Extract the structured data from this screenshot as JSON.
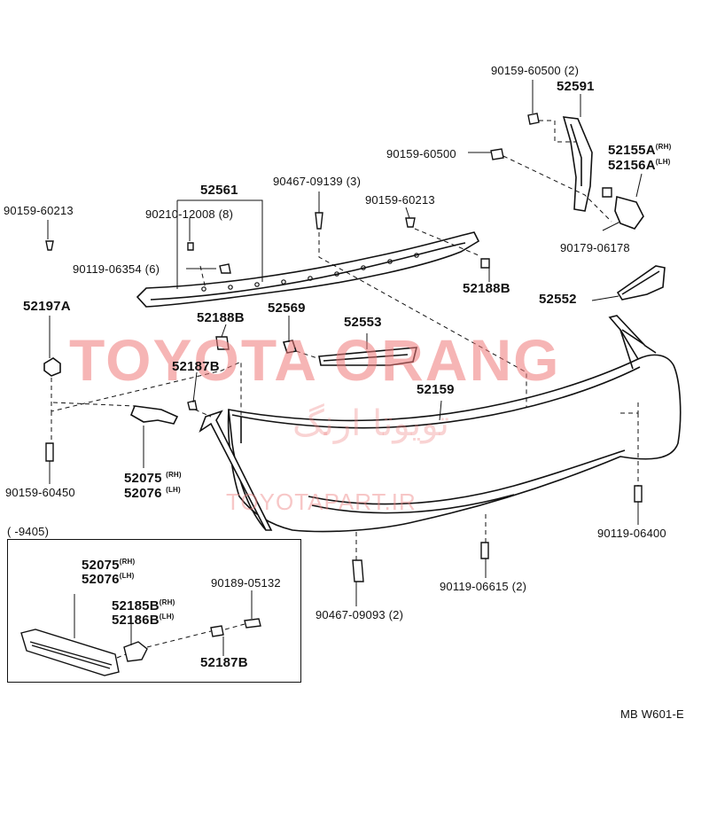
{
  "watermark": {
    "brand": "TOYOTA ORANG",
    "site": "TOYOTAPART.IR",
    "persian": "تویوتا ارنگ"
  },
  "labels": {
    "p90159_60500_2": "90159-60500 (2)",
    "p52591": "52591",
    "p90159_60500": "90159-60500",
    "p52155a": "52155A",
    "p52155a_sfx": "(RH)",
    "p52156a": "52156A",
    "p52156a_sfx": "(LH)",
    "p90179_06178": "90179-06178",
    "p52561": "52561",
    "p90467_09139_3": "90467-09139 (3)",
    "p90159_60213_center": "90159-60213",
    "p90159_60213_left": "90159-60213",
    "p90210_12008_8": "90210-12008 (8)",
    "p90119_06354_6": "90119-06354 (6)",
    "p52188b_right": "52188B",
    "p52552": "52552",
    "p52197a": "52197A",
    "p52188b_left": "52188B",
    "p52569": "52569",
    "p52553": "52553",
    "p52187b": "52187B",
    "p52159": "52159",
    "p52075": "52075",
    "p52075_sfx": "(RH)",
    "p52076": "52076",
    "p52076_sfx": "(LH)",
    "p90159_60450": "90159-60450",
    "p90119_06400": "90119-06400",
    "p90119_06615_2": "90119-06615 (2)",
    "p90467_09093_2": "90467-09093 (2)",
    "diagram_code": "MB W601-E"
  },
  "inset": {
    "date_range": "(         -9405)",
    "p52075": "52075",
    "p52075_sfx": "(RH)",
    "p52076": "52076",
    "p52076_sfx": "(LH)",
    "p52185b": "52185B",
    "p52185b_sfx": "(RH)",
    "p52186b": "52186B",
    "p52186b_sfx": "(LH)",
    "p90189_05132": "90189-05132",
    "p52187b": "52187B"
  }
}
